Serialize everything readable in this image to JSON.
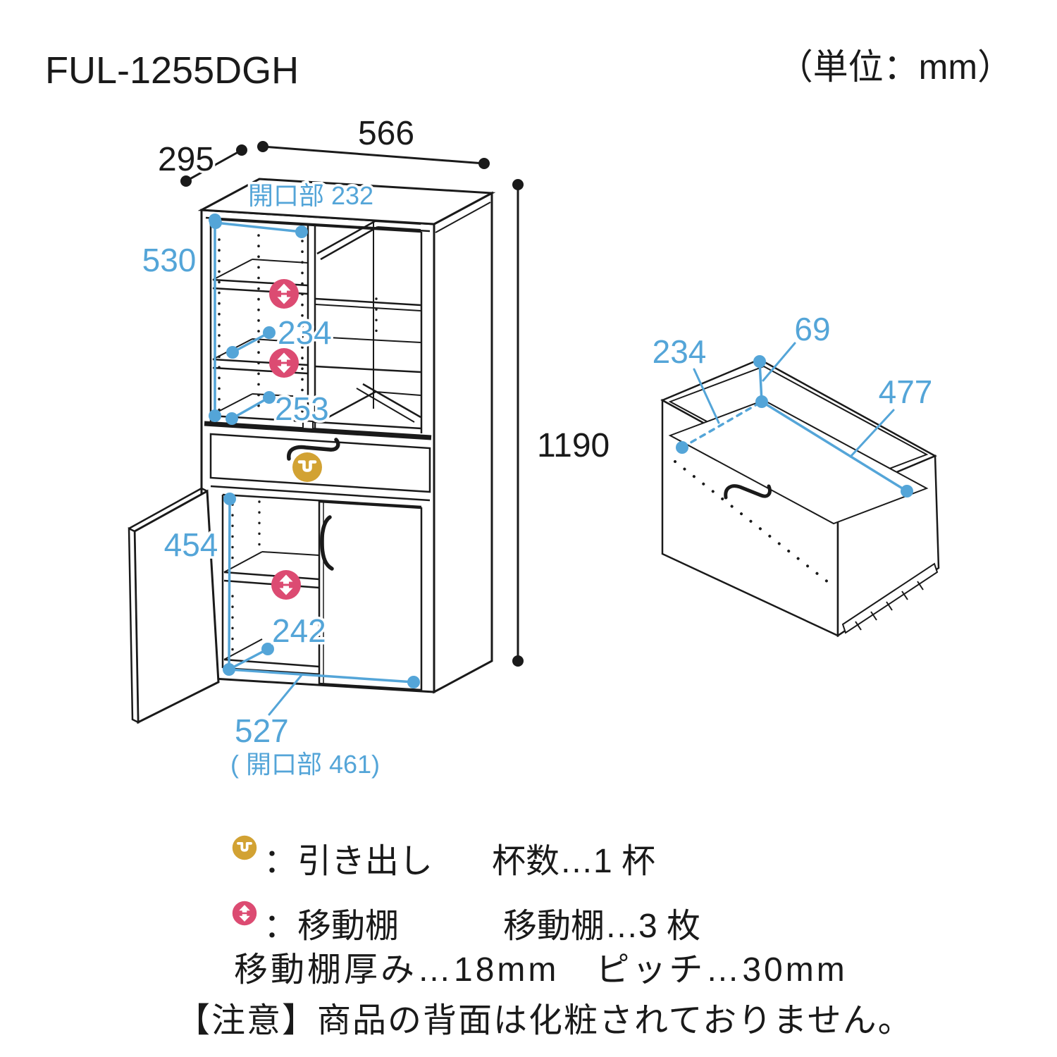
{
  "header": {
    "model": "FUL-1255DGH",
    "unit_note": "（単位：mm）"
  },
  "cabinet_view": {
    "width": "566",
    "depth": "295",
    "height": "1190",
    "top_opening": "開口部 232",
    "upper_interior_height": "530",
    "upper_shelf_depth": "234",
    "upper_bottom_depth": "253",
    "lower_interior_height": "454",
    "lower_shelf_depth": "242",
    "bottom_interior_width": "527",
    "bottom_opening": "( 開口部 461)"
  },
  "drawer_view": {
    "inner_depth": "234",
    "inner_height": "69",
    "inner_width": "477"
  },
  "legend": {
    "drawer_row": {
      "label": "：引き出し",
      "count": "杯数…1 杯"
    },
    "shelf_row": {
      "label": "：移動棚",
      "count": "移動棚…3 枚"
    }
  },
  "notes": {
    "shelf_spec": "移動棚厚み…18mm　ピッチ…30mm",
    "caution": "【注意】商品の背面は化粧されておりません。"
  },
  "colors": {
    "dimension_blue": "#54a5d8",
    "shelf_pink": "#dc4b72",
    "drawer_yellow": "#d2a233",
    "line_black": "#1a1a1a"
  }
}
